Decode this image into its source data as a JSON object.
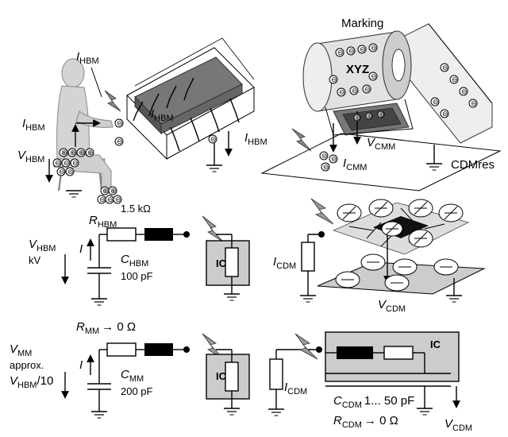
{
  "hbm": {
    "i_sym": "I",
    "i_sub": "HBM",
    "v_sym": "V",
    "v_sub": "HBM",
    "r_sym": "R",
    "r_sub": "HBM",
    "r_value": "1.5 kΩ",
    "c_sym": "C",
    "c_sub": "HBM",
    "c_value": "100 pF",
    "v_unit": "kV",
    "circuit_i": "I",
    "ic": "IC"
  },
  "cdm_model": {
    "marking": "Marking",
    "xyz": "XYZ",
    "v_sym": "V",
    "v_cmm_sub": "CMM",
    "i_sym": "I",
    "i_cmm_sub": "CMM",
    "cdmres": "CDMres",
    "i_cdm_sub": "CDM",
    "v_cdm_sub": "CDM"
  },
  "mm": {
    "r_text": "R",
    "r_sub": "MM",
    "r_value": "→ 0 Ω",
    "v_sym": "V",
    "v_sub": "MM",
    "approx": "approx.",
    "v_ratio_sym": "V",
    "v_ratio_sub": "HBM",
    "v_ratio_tail": "/10",
    "c_sym": "C",
    "c_sub": "MM",
    "c_value": "200 pF",
    "circuit_i": "I",
    "ic": "IC"
  },
  "cdm_circuit": {
    "i_sym": "I",
    "i_sub": "CDM",
    "ic": "IC",
    "c_sym": "C",
    "c_sub": "CDM",
    "c_value": "1... 50 pF",
    "r_sym": "R",
    "r_sub": "CDM",
    "r_value": "→ 0 Ω",
    "v_sym": "V",
    "v_sub": "CDM"
  },
  "charge": {
    "neg": "⊖",
    "pos": "⊕"
  }
}
